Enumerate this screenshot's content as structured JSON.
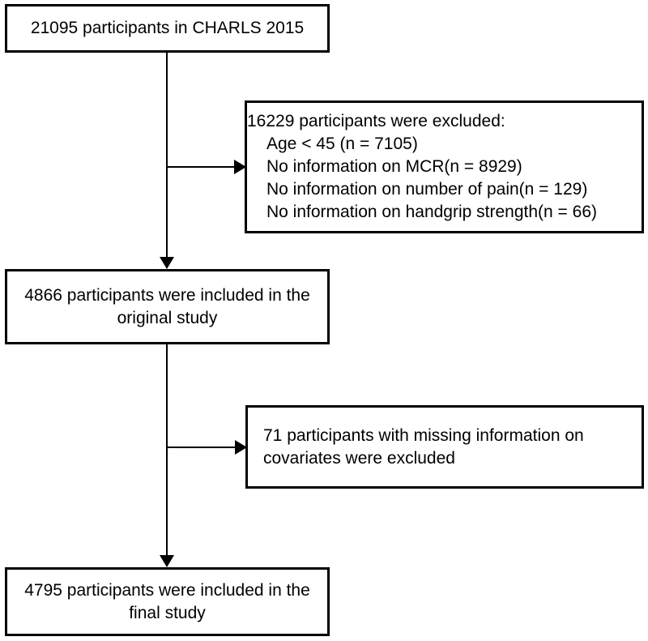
{
  "diagram": {
    "type": "participant-flow-diagram",
    "nodes": {
      "enrollment": {
        "text": "21095 participants in CHARLS 2015"
      },
      "exclusion_1": {
        "header": "16229 participants were excluded:",
        "items": [
          "Age < 45 (n = 7105)",
          "No information on MCR(n = 8929)",
          "No information on number of pain(n = 129)",
          "No information on handgrip strength(n = 66)"
        ]
      },
      "original_study": {
        "text": "4866 participants were included in the\noriginal study"
      },
      "exclusion_2": {
        "text": "71 participants with missing information on\ncovariates were excluded"
      },
      "final_study": {
        "text": "4795 participants were included in the\nfinal study"
      }
    },
    "colors": {
      "stroke": "#000000",
      "fill": "#ffffff",
      "text": "#000000"
    }
  }
}
